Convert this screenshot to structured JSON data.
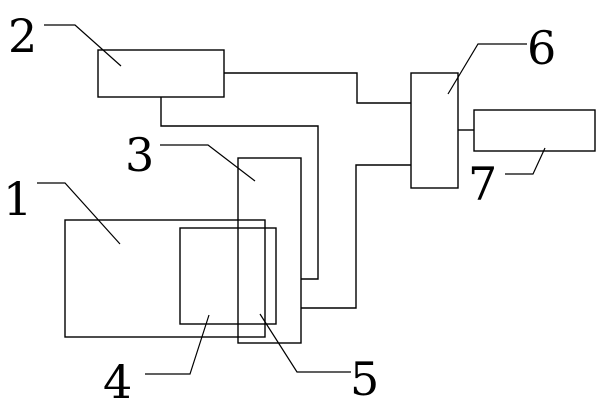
{
  "diagram": {
    "labels": {
      "l1": "1",
      "l2": "2",
      "l3": "3",
      "l4": "4",
      "l5": "5",
      "l6": "6",
      "l7": "7"
    },
    "colors": {
      "line": "#000000",
      "background": "#ffffff"
    }
  }
}
